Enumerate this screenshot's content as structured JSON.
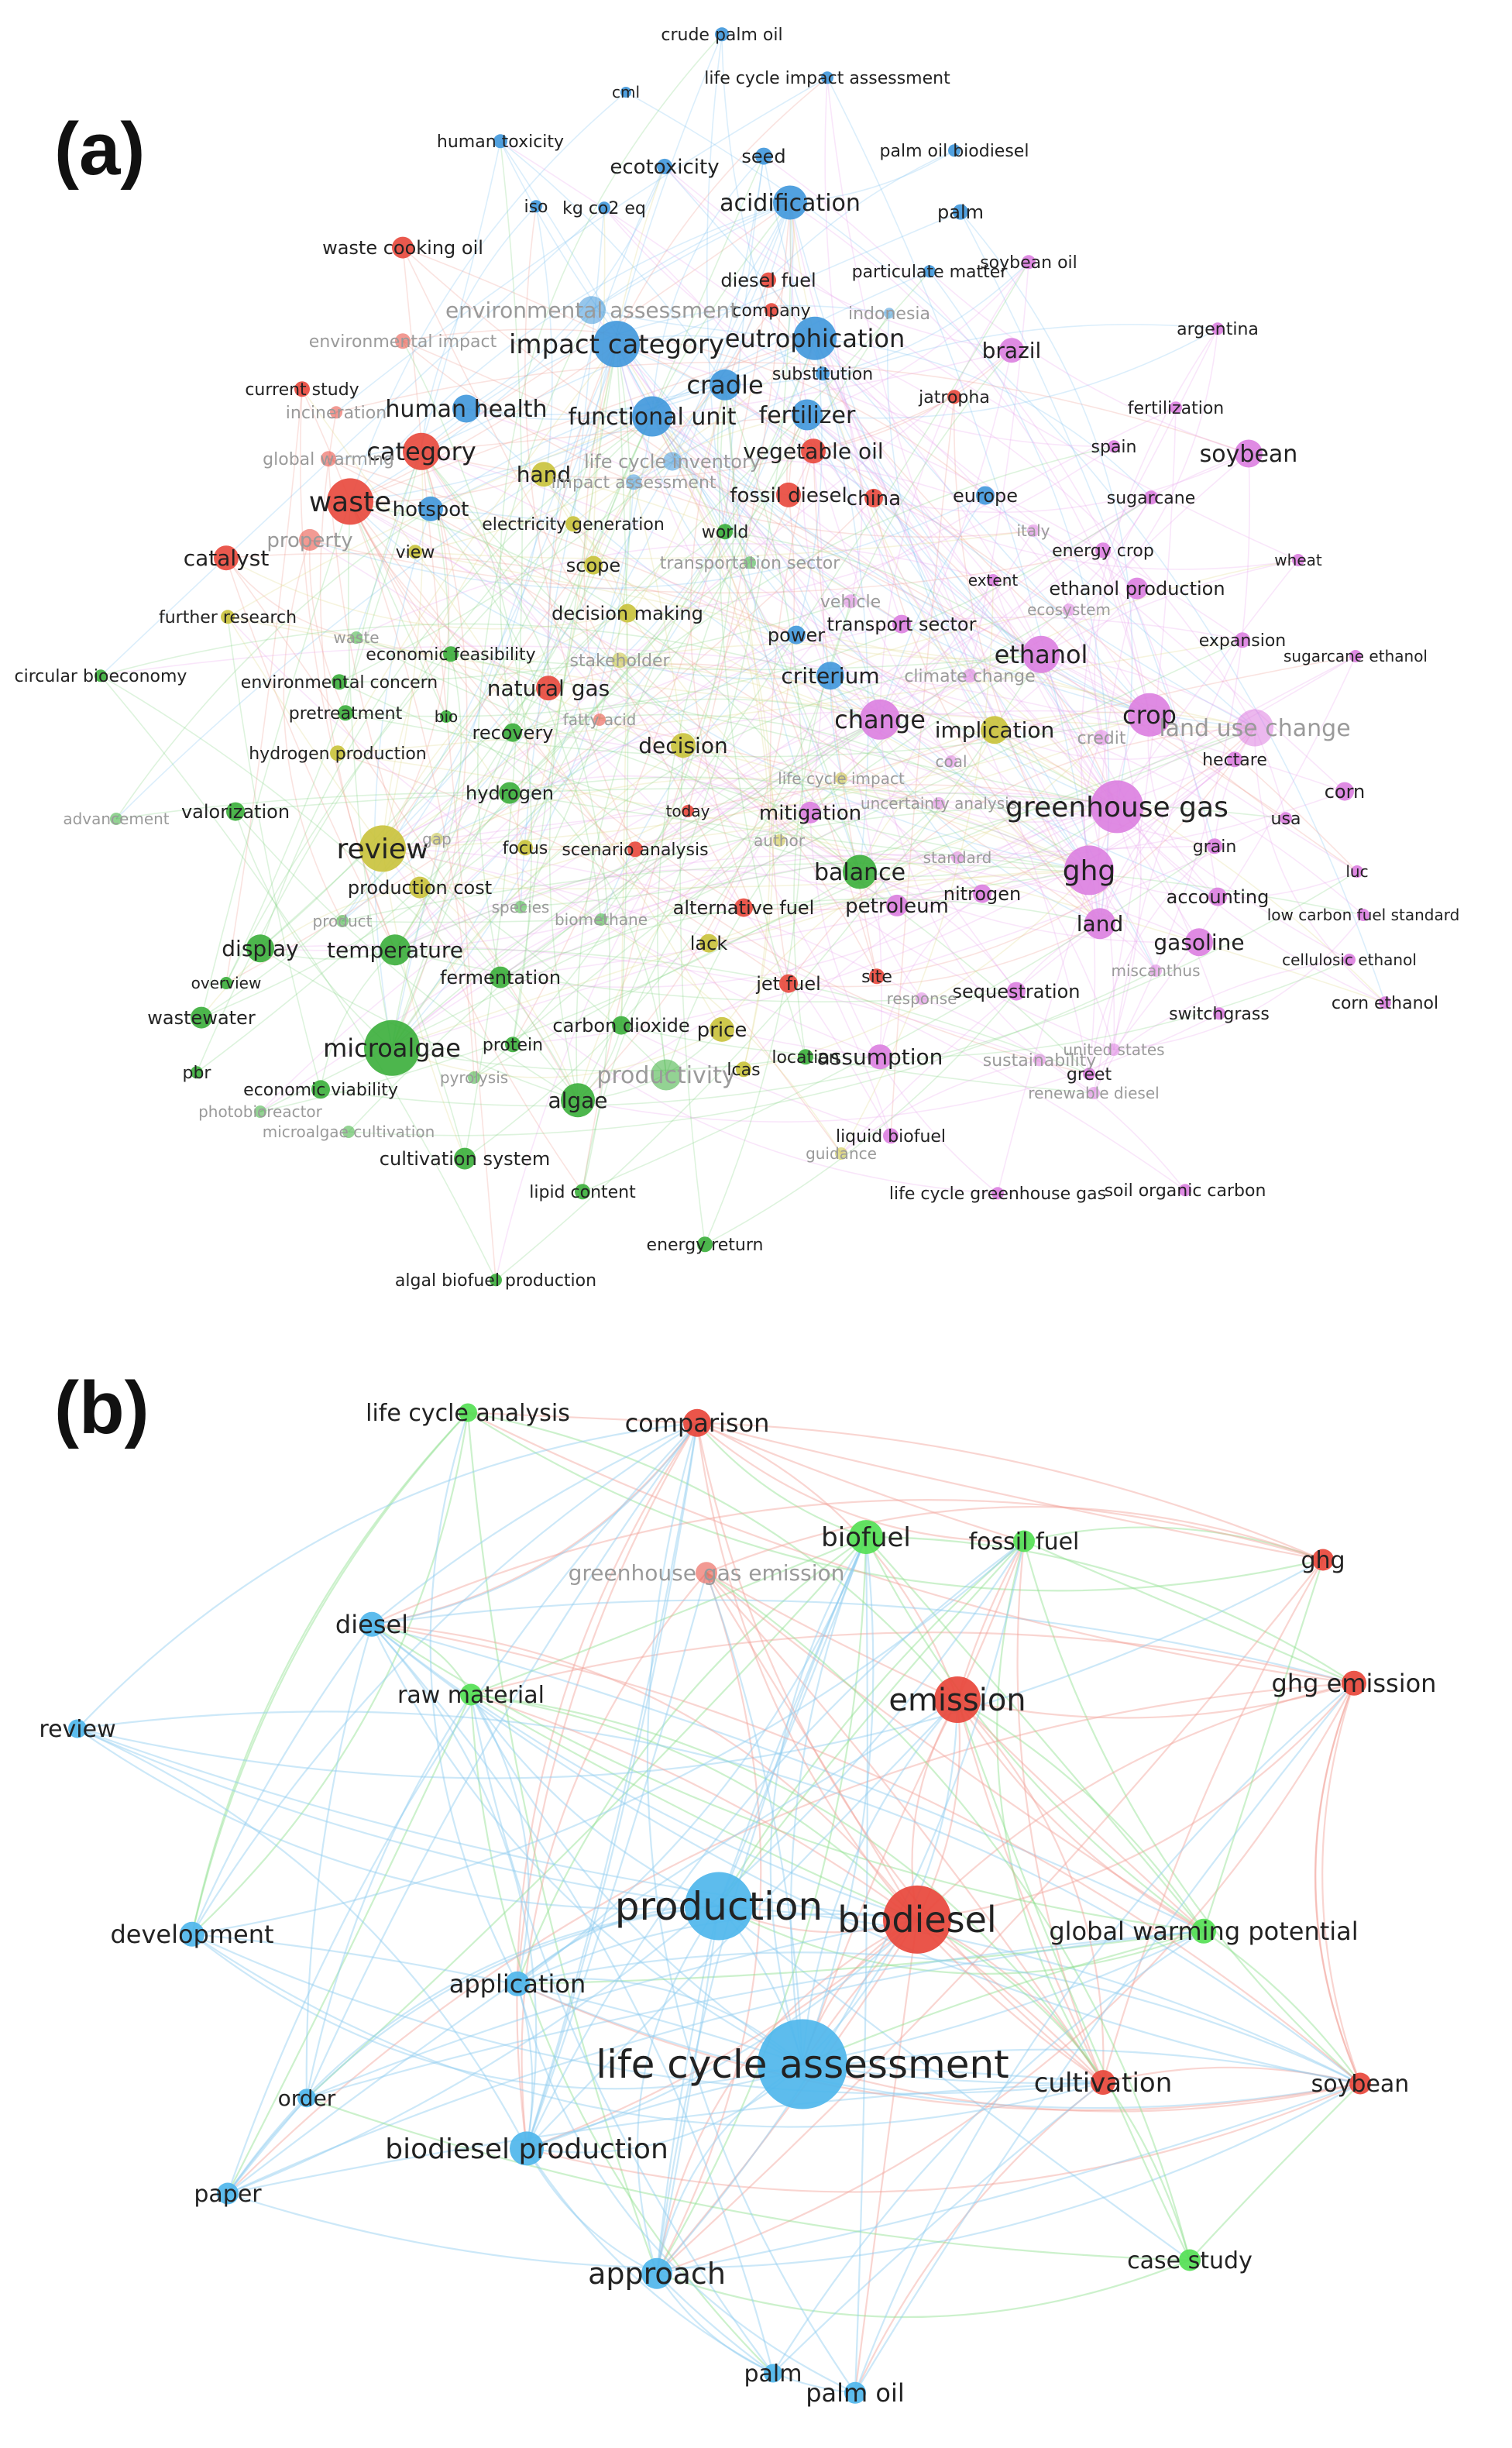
{
  "colors": {
    "red": "#e8473b",
    "blue": "#3f97db",
    "green": "#3aae3a",
    "yellow": "#c9c23a",
    "pink": "#dc7ee0",
    "lightgreen": "#55e055",
    "lightblue": "#4fb6ec",
    "edge_blue": "#7ec3ef",
    "edge_pink": "#eaa7ee",
    "edge_green": "#86d486",
    "edge_yellow": "#dfd88a",
    "edge_red": "#ee9a90",
    "edge_b_blue": "#8fcdf0",
    "edge_b_red": "#f2a19a",
    "edge_b_green": "#8fe08f"
  },
  "panels": [
    {
      "label": "(a)",
      "terms": [
        {
          "t": "crude palm oil",
          "c": "blue"
        },
        {
          "t": "life cycle impact assessment",
          "c": "blue"
        },
        {
          "t": "cml",
          "c": "blue"
        },
        {
          "t": "human toxicity",
          "c": "blue"
        },
        {
          "t": "ecotoxicity",
          "c": "blue"
        },
        {
          "t": "seed",
          "c": "blue"
        },
        {
          "t": "palm oil biodiesel",
          "c": "blue"
        },
        {
          "t": "acidification",
          "c": "blue"
        },
        {
          "t": "iso",
          "c": "blue"
        },
        {
          "t": "kg co2 eq",
          "c": "blue"
        },
        {
          "t": "palm",
          "c": "blue"
        },
        {
          "t": "waste cooking oil",
          "c": "red"
        },
        {
          "t": "particulate matter",
          "c": "blue"
        },
        {
          "t": "soybean oil",
          "c": "pink"
        },
        {
          "t": "diesel fuel",
          "c": "red"
        },
        {
          "t": "company",
          "c": "red"
        },
        {
          "t": "environmental assessment",
          "c": "blue"
        },
        {
          "t": "indonesia",
          "c": "blue"
        },
        {
          "t": "argentina",
          "c": "pink"
        },
        {
          "t": "impact category",
          "c": "blue"
        },
        {
          "t": "eutrophication",
          "c": "blue"
        },
        {
          "t": "brazil",
          "c": "pink"
        },
        {
          "t": "environmental impact",
          "c": "red"
        },
        {
          "t": "substitution",
          "c": "blue"
        },
        {
          "t": "current study",
          "c": "red"
        },
        {
          "t": "cradle",
          "c": "blue"
        },
        {
          "t": "jatropha",
          "c": "red"
        },
        {
          "t": "human health",
          "c": "blue"
        },
        {
          "t": "functional unit",
          "c": "blue"
        },
        {
          "t": "fertilizer",
          "c": "blue"
        },
        {
          "t": "incineration",
          "c": "red"
        },
        {
          "t": "fertilization",
          "c": "pink"
        },
        {
          "t": "category",
          "c": "red"
        },
        {
          "t": "vegetable oil",
          "c": "red"
        },
        {
          "t": "life cycle inventory",
          "c": "blue"
        },
        {
          "t": "global warming",
          "c": "red"
        },
        {
          "t": "spain",
          "c": "pink"
        },
        {
          "t": "soybean",
          "c": "pink"
        },
        {
          "t": "hand",
          "c": "yellow"
        },
        {
          "t": "impact assessment",
          "c": "blue"
        },
        {
          "t": "fossil diesel",
          "c": "red"
        },
        {
          "t": "china",
          "c": "red"
        },
        {
          "t": "europe",
          "c": "blue"
        },
        {
          "t": "sugarcane",
          "c": "pink"
        },
        {
          "t": "waste",
          "c": "red"
        },
        {
          "t": "hotspot",
          "c": "blue"
        },
        {
          "t": "electricity generation",
          "c": "yellow"
        },
        {
          "t": "property",
          "c": "red"
        },
        {
          "t": "world",
          "c": "green"
        },
        {
          "t": "italy",
          "c": "pink"
        },
        {
          "t": "energy crop",
          "c": "pink"
        },
        {
          "t": "wheat",
          "c": "pink"
        },
        {
          "t": "catalyst",
          "c": "red"
        },
        {
          "t": "view",
          "c": "yellow"
        },
        {
          "t": "scope",
          "c": "yellow"
        },
        {
          "t": "transportation sector",
          "c": "green"
        },
        {
          "t": "extent",
          "c": "pink"
        },
        {
          "t": "ethanol production",
          "c": "pink"
        },
        {
          "t": "vehicle",
          "c": "pink"
        },
        {
          "t": "further research",
          "c": "yellow"
        },
        {
          "t": "decision making",
          "c": "yellow"
        },
        {
          "t": "transport sector",
          "c": "pink"
        },
        {
          "t": "ecosystem",
          "c": "pink"
        },
        {
          "t": "expansion",
          "c": "pink"
        },
        {
          "t": "power",
          "c": "blue"
        },
        {
          "t": "climate change",
          "c": "pink"
        },
        {
          "t": "waste",
          "c": "green"
        },
        {
          "t": "economic feasibility",
          "c": "green"
        },
        {
          "t": "stakeholder",
          "c": "yellow"
        },
        {
          "t": "ethanol",
          "c": "pink"
        },
        {
          "t": "sugarcane ethanol",
          "c": "pink"
        },
        {
          "t": "circular bioeconomy",
          "c": "green"
        },
        {
          "t": "environmental concern",
          "c": "green"
        },
        {
          "t": "criterium",
          "c": "blue"
        },
        {
          "t": "natural gas",
          "c": "red"
        },
        {
          "t": "pretreatment",
          "c": "green"
        },
        {
          "t": "bio",
          "c": "green"
        },
        {
          "t": "fatty acid",
          "c": "red"
        },
        {
          "t": "change",
          "c": "pink"
        },
        {
          "t": "crop",
          "c": "pink"
        },
        {
          "t": "land use change",
          "c": "pink"
        },
        {
          "t": "recovery",
          "c": "green"
        },
        {
          "t": "implication",
          "c": "yellow"
        },
        {
          "t": "credit",
          "c": "pink"
        },
        {
          "t": "hydrogen production",
          "c": "yellow"
        },
        {
          "t": "decision",
          "c": "yellow"
        },
        {
          "t": "coal",
          "c": "pink"
        },
        {
          "t": "hectare",
          "c": "pink"
        },
        {
          "t": "life cycle impact",
          "c": "yellow"
        },
        {
          "t": "corn",
          "c": "pink"
        },
        {
          "t": "advancement",
          "c": "green"
        },
        {
          "t": "valorization",
          "c": "green"
        },
        {
          "t": "hydrogen",
          "c": "green"
        },
        {
          "t": "today",
          "c": "red"
        },
        {
          "t": "uncertainty analysis",
          "c": "pink"
        },
        {
          "t": "mitigation",
          "c": "pink"
        },
        {
          "t": "greenhouse gas",
          "c": "pink"
        },
        {
          "t": "usa",
          "c": "pink"
        },
        {
          "t": "review",
          "c": "yellow"
        },
        {
          "t": "gap",
          "c": "yellow"
        },
        {
          "t": "focus",
          "c": "yellow"
        },
        {
          "t": "scenario analysis",
          "c": "red"
        },
        {
          "t": "author",
          "c": "yellow"
        },
        {
          "t": "grain",
          "c": "pink"
        },
        {
          "t": "balance",
          "c": "green"
        },
        {
          "t": "ghg",
          "c": "pink"
        },
        {
          "t": "standard",
          "c": "pink"
        },
        {
          "t": "production cost",
          "c": "yellow"
        },
        {
          "t": "species",
          "c": "green"
        },
        {
          "t": "luc",
          "c": "pink"
        },
        {
          "t": "accounting",
          "c": "pink"
        },
        {
          "t": "product",
          "c": "green"
        },
        {
          "t": "biomethane",
          "c": "green"
        },
        {
          "t": "alternative fuel",
          "c": "red"
        },
        {
          "t": "petroleum",
          "c": "pink"
        },
        {
          "t": "nitrogen",
          "c": "pink"
        },
        {
          "t": "low carbon fuel standard",
          "c": "pink"
        },
        {
          "t": "land",
          "c": "pink"
        },
        {
          "t": "display",
          "c": "green"
        },
        {
          "t": "temperature",
          "c": "green"
        },
        {
          "t": "lack",
          "c": "yellow"
        },
        {
          "t": "gasoline",
          "c": "pink"
        },
        {
          "t": "cellulosic ethanol",
          "c": "pink"
        },
        {
          "t": "miscanthus",
          "c": "pink"
        },
        {
          "t": "overview",
          "c": "green"
        },
        {
          "t": "fermentation",
          "c": "green"
        },
        {
          "t": "jet fuel",
          "c": "red"
        },
        {
          "t": "site",
          "c": "red"
        },
        {
          "t": "sequestration",
          "c": "pink"
        },
        {
          "t": "response",
          "c": "pink"
        },
        {
          "t": "wastewater",
          "c": "green"
        },
        {
          "t": "carbon dioxide",
          "c": "green"
        },
        {
          "t": "price",
          "c": "yellow"
        },
        {
          "t": "switchgrass",
          "c": "pink"
        },
        {
          "t": "corn ethanol",
          "c": "pink"
        },
        {
          "t": "microalgae",
          "c": "green"
        },
        {
          "t": "protein",
          "c": "green"
        },
        {
          "t": "location",
          "c": "green"
        },
        {
          "t": "assumption",
          "c": "pink"
        },
        {
          "t": "sustainability",
          "c": "pink"
        },
        {
          "t": "united states",
          "c": "pink"
        },
        {
          "t": "pbr",
          "c": "green"
        },
        {
          "t": "pyrolysis",
          "c": "green"
        },
        {
          "t": "productivity",
          "c": "green"
        },
        {
          "t": "lcas",
          "c": "yellow"
        },
        {
          "t": "greet",
          "c": "pink"
        },
        {
          "t": "economic viability",
          "c": "green"
        },
        {
          "t": "renewable diesel",
          "c": "pink"
        },
        {
          "t": "photobioreactor",
          "c": "green"
        },
        {
          "t": "algae",
          "c": "green"
        },
        {
          "t": "microalgae cultivation",
          "c": "green"
        },
        {
          "t": "liquid biofuel",
          "c": "pink"
        },
        {
          "t": "cultivation system",
          "c": "green"
        },
        {
          "t": "guidance",
          "c": "yellow"
        },
        {
          "t": "life cycle greenhouse gas",
          "c": "pink"
        },
        {
          "t": "soil organic carbon",
          "c": "pink"
        },
        {
          "t": "lipid content",
          "c": "green"
        },
        {
          "t": "energy return",
          "c": "green"
        },
        {
          "t": "algal biofuel production",
          "c": "green"
        }
      ]
    },
    {
      "label": "(b)",
      "terms": [
        {
          "t": "life cycle analysis",
          "c": "lightgreen"
        },
        {
          "t": "comparison",
          "c": "red"
        },
        {
          "t": "biofuel",
          "c": "lightgreen"
        },
        {
          "t": "fossil fuel",
          "c": "lightgreen"
        },
        {
          "t": "greenhouse gas emission",
          "c": "red"
        },
        {
          "t": "ghg",
          "c": "red"
        },
        {
          "t": "diesel",
          "c": "lightblue"
        },
        {
          "t": "raw material",
          "c": "lightgreen"
        },
        {
          "t": "emission",
          "c": "red"
        },
        {
          "t": "ghg emission",
          "c": "red"
        },
        {
          "t": "review",
          "c": "lightblue"
        },
        {
          "t": "production",
          "c": "lightblue"
        },
        {
          "t": "biodiesel",
          "c": "red"
        },
        {
          "t": "development",
          "c": "lightblue"
        },
        {
          "t": "global warming potential",
          "c": "lightgreen"
        },
        {
          "t": "application",
          "c": "lightblue"
        },
        {
          "t": "life cycle assessment",
          "c": "lightblue"
        },
        {
          "t": "order",
          "c": "lightblue"
        },
        {
          "t": "cultivation",
          "c": "red"
        },
        {
          "t": "soybean",
          "c": "red"
        },
        {
          "t": "biodiesel production",
          "c": "lightblue"
        },
        {
          "t": "paper",
          "c": "lightblue"
        },
        {
          "t": "approach",
          "c": "lightblue"
        },
        {
          "t": "case study",
          "c": "lightgreen"
        },
        {
          "t": "palm",
          "c": "lightblue"
        },
        {
          "t": "palm oil",
          "c": "lightblue"
        }
      ]
    }
  ]
}
